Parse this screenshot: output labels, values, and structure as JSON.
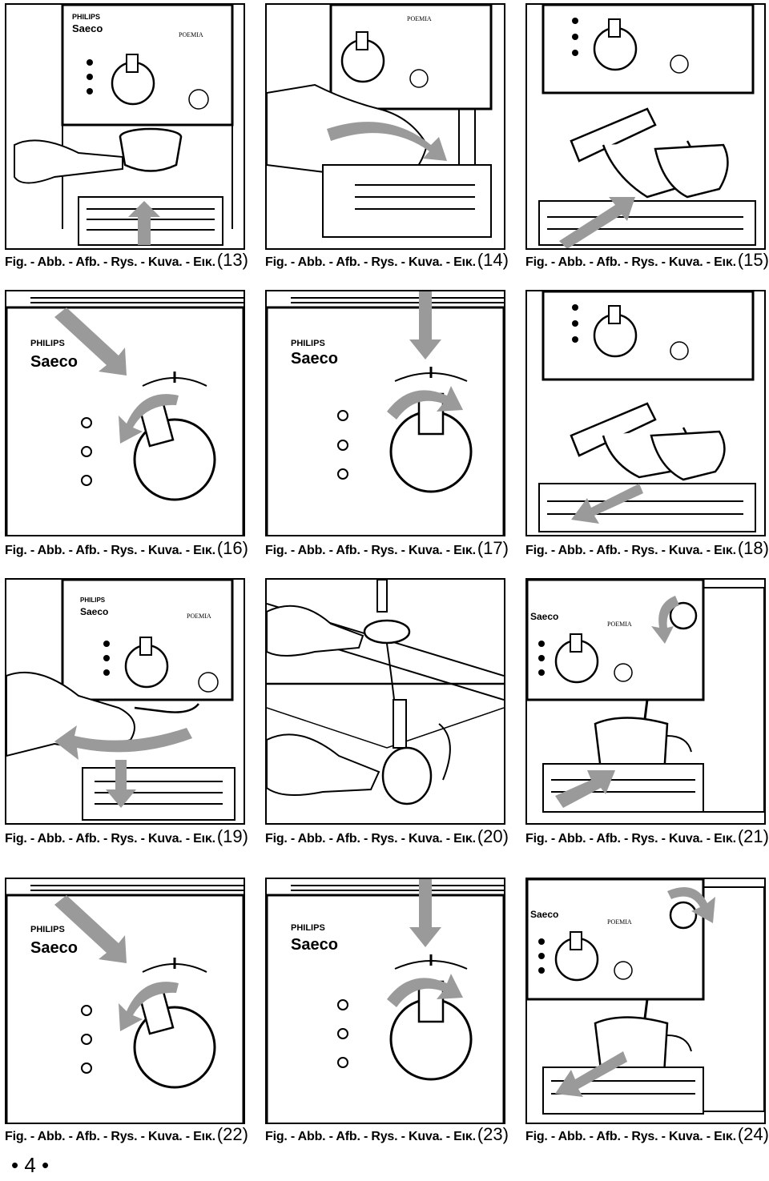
{
  "figures": [
    {
      "id": "13",
      "label": "Fig. - Abb. - Afb. - Rys. - Kuva. - Εικ.",
      "num": "(13)",
      "scene": "portafilter"
    },
    {
      "id": "14",
      "label": "Fig. - Abb. - Afb. - Rys. - Kuva. - Εικ.",
      "num": "(14)",
      "scene": "insert"
    },
    {
      "id": "15",
      "label": "Fig. - Abb. - Afb. - Rys. - Kuva. - Εικ.",
      "num": "(15)",
      "scene": "cups-in"
    },
    {
      "id": "16",
      "label": "Fig. - Abb. - Afb. - Rys. - Kuva. - Εικ.",
      "num": "(16)",
      "scene": "knob-left"
    },
    {
      "id": "17",
      "label": "Fig. - Abb. - Afb. - Rys. - Kuva. - Εικ.",
      "num": "(17)",
      "scene": "knob-right"
    },
    {
      "id": "18",
      "label": "Fig. - Abb. - Afb. - Rys. - Kuva. - Εικ.",
      "num": "(18)",
      "scene": "cups-out"
    },
    {
      "id": "19",
      "label": "Fig. - Abb. - Afb. - Rys. - Kuva. - Εικ.",
      "num": "(19)",
      "scene": "remove"
    },
    {
      "id": "20",
      "label": "Fig. - Abb. - Afb. - Rys. - Kuva. - Εικ.",
      "num": "(20)",
      "scene": "rinse"
    },
    {
      "id": "21",
      "label": "Fig. - Abb. - Afb. - Rys. - Kuva. - Εικ.",
      "num": "(21)",
      "scene": "jug-in"
    },
    {
      "id": "22",
      "label": "Fig. - Abb. - Afb. - Rys. - Kuva. - Εικ.",
      "num": "(22)",
      "scene": "knob-left"
    },
    {
      "id": "23",
      "label": "Fig. - Abb. - Afb. - Rys. - Kuva. - Εικ.",
      "num": "(23)",
      "scene": "knob-right"
    },
    {
      "id": "24",
      "label": "Fig. - Abb. - Afb. - Rys. - Kuva. - Εικ.",
      "num": "(24)",
      "scene": "jug-out"
    }
  ],
  "brand": {
    "philips": "PHILIPS",
    "saeco": "Saeco",
    "model": "POEMIA"
  },
  "page_number": "• 4 •",
  "colors": {
    "arrow": "#9a9a9a",
    "line": "#000000",
    "panel_bg": "#ffffff"
  }
}
